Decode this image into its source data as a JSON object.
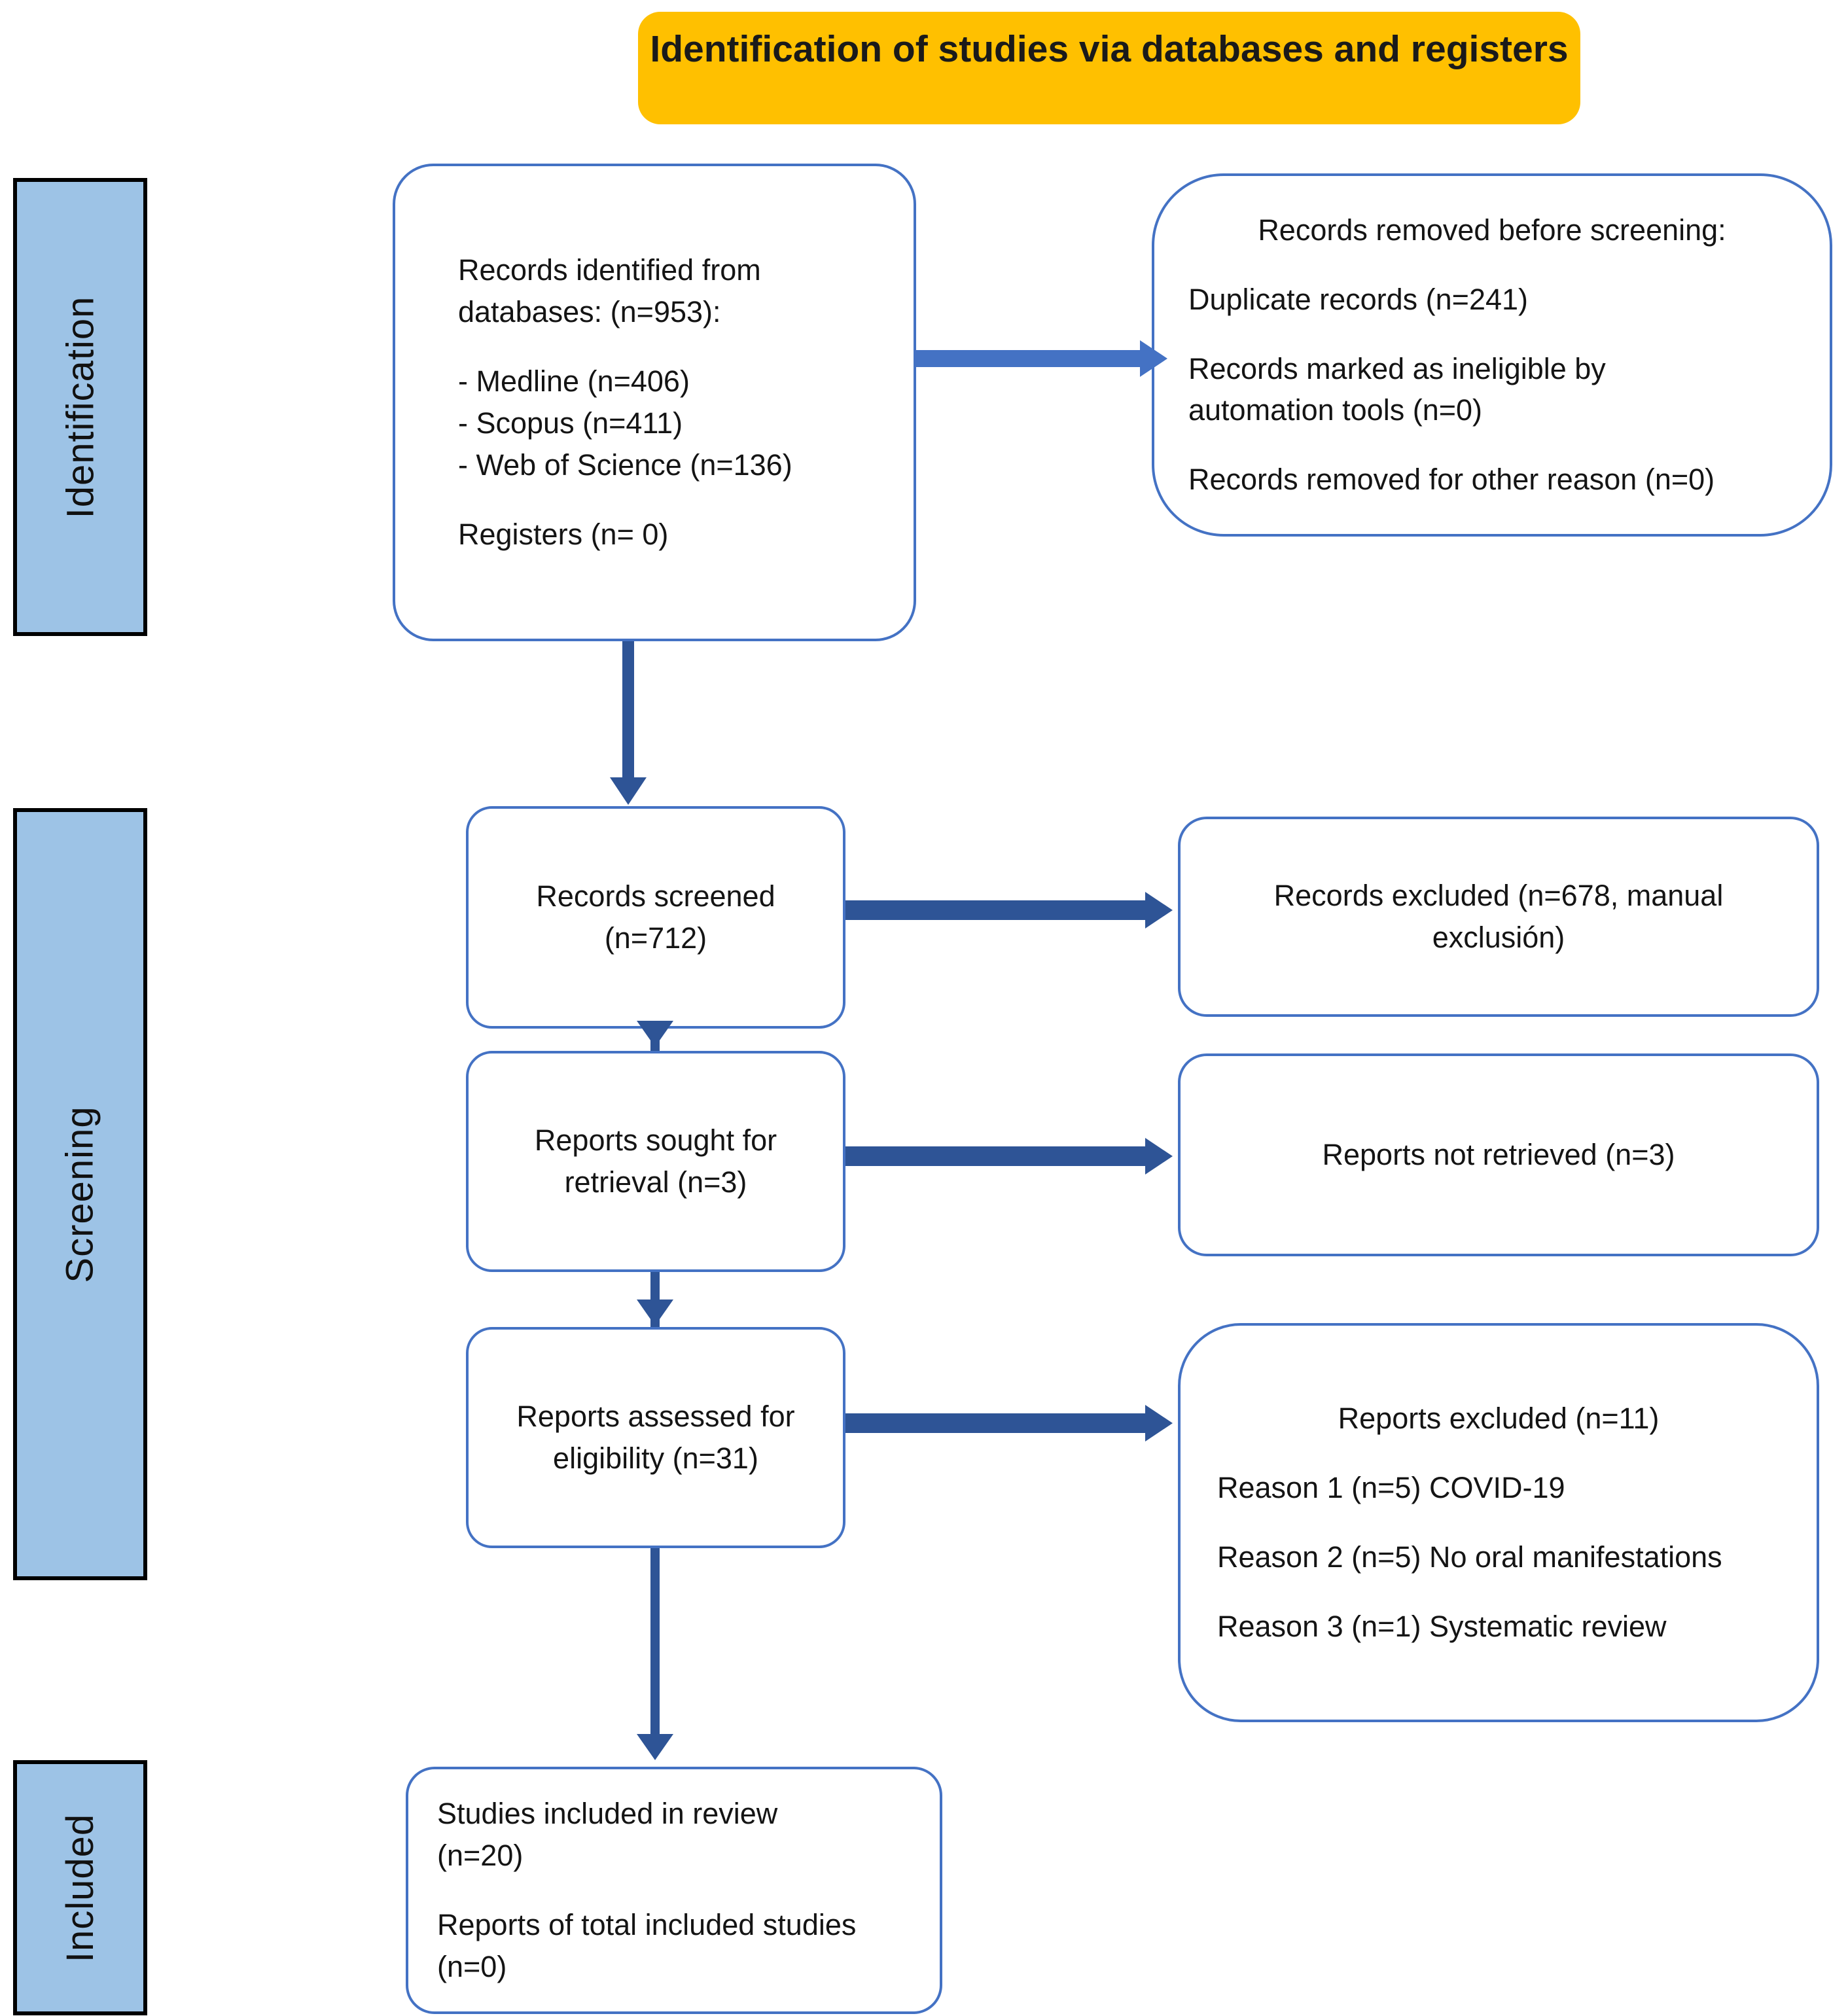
{
  "diagram": {
    "title": "Identification of studies via databases and registers",
    "title_bg_color": "#FFC000",
    "box_border_color": "#4472C4",
    "phase_bar_color": "#9DC3E6",
    "arrow_color_dark": "#2E5496",
    "arrow_color_light": "#4472C4"
  },
  "phases": [
    {
      "label": "Identification"
    },
    {
      "label": "Screening"
    },
    {
      "label": "Included"
    }
  ],
  "boxes": {
    "identified": {
      "line1": "Records identified from\ndatabases: (n=953):",
      "line2": "-  Medline (n=406)\n-  Scopus (n=411)\n-  Web of Science (n=136)",
      "line3": "Registers (n= 0)"
    },
    "removed": {
      "line1": "Records removed before screening:",
      "line2": "Duplicate records (n=241)",
      "line3": "Records marked as ineligible by\nautomation tools (n=0)",
      "line4": "Records removed for other reason (n=0)"
    },
    "screened": {
      "line1": "Records screened\n(n=712)"
    },
    "excluded_1": {
      "line1": "Records excluded (n=678, manual\nexclusión)"
    },
    "sought": {
      "line1": "Reports sought for\nretrieval (n=3)"
    },
    "not_retrieved": {
      "line1": "Reports not retrieved (n=3)"
    },
    "assessed": {
      "line1": "Reports assessed for\neligibility (n=31)"
    },
    "excluded_2": {
      "line1": "Reports excluded (n=11)",
      "line2": "Reason 1 (n=5) COVID-19",
      "line3": "Reason 2 (n=5) No oral manifestations",
      "line4": "Reason 3 (n=1) Systematic review"
    },
    "included": {
      "line1": "Studies included in review\n(n=20)",
      "line2": "Reports of total included studies\n(n=0)"
    }
  },
  "chart_data": {
    "type": "diagram",
    "title": "Identification of studies via databases and registers",
    "nodes": [
      {
        "id": "identified",
        "phase": "Identification",
        "label": "Records identified from databases: (n=953): - Medline (n=406) - Scopus (n=411) - Web of Science (n=136) Registers (n= 0)",
        "n": 953
      },
      {
        "id": "removed",
        "phase": "Identification",
        "label": "Records removed before screening: Duplicate records (n=241); Records marked as ineligible by automation tools (n=0); Records removed for other reason (n=0)",
        "n": 241
      },
      {
        "id": "screened",
        "phase": "Screening",
        "label": "Records screened (n=712)",
        "n": 712
      },
      {
        "id": "excluded_1",
        "phase": "Screening",
        "label": "Records excluded (n=678, manual exclusión)",
        "n": 678
      },
      {
        "id": "sought",
        "phase": "Screening",
        "label": "Reports sought for retrieval (n=3)",
        "n": 3
      },
      {
        "id": "not_retrieved",
        "phase": "Screening",
        "label": "Reports not retrieved (n=3)",
        "n": 3
      },
      {
        "id": "assessed",
        "phase": "Screening",
        "label": "Reports assessed for eligibility (n=31)",
        "n": 31
      },
      {
        "id": "excluded_2",
        "phase": "Screening",
        "label": "Reports excluded (n=11)",
        "n": 11
      },
      {
        "id": "included",
        "phase": "Included",
        "label": "Studies included in review (n=20); Reports of total included studies (n=0)",
        "n": 20
      }
    ],
    "edges": [
      {
        "from": "identified",
        "to": "removed",
        "direction": "right"
      },
      {
        "from": "identified",
        "to": "screened",
        "direction": "down"
      },
      {
        "from": "screened",
        "to": "excluded_1",
        "direction": "right"
      },
      {
        "from": "screened",
        "to": "sought",
        "direction": "down"
      },
      {
        "from": "sought",
        "to": "not_retrieved",
        "direction": "right"
      },
      {
        "from": "sought",
        "to": "assessed",
        "direction": "down"
      },
      {
        "from": "assessed",
        "to": "excluded_2",
        "direction": "right"
      },
      {
        "from": "assessed",
        "to": "included",
        "direction": "down"
      }
    ]
  }
}
